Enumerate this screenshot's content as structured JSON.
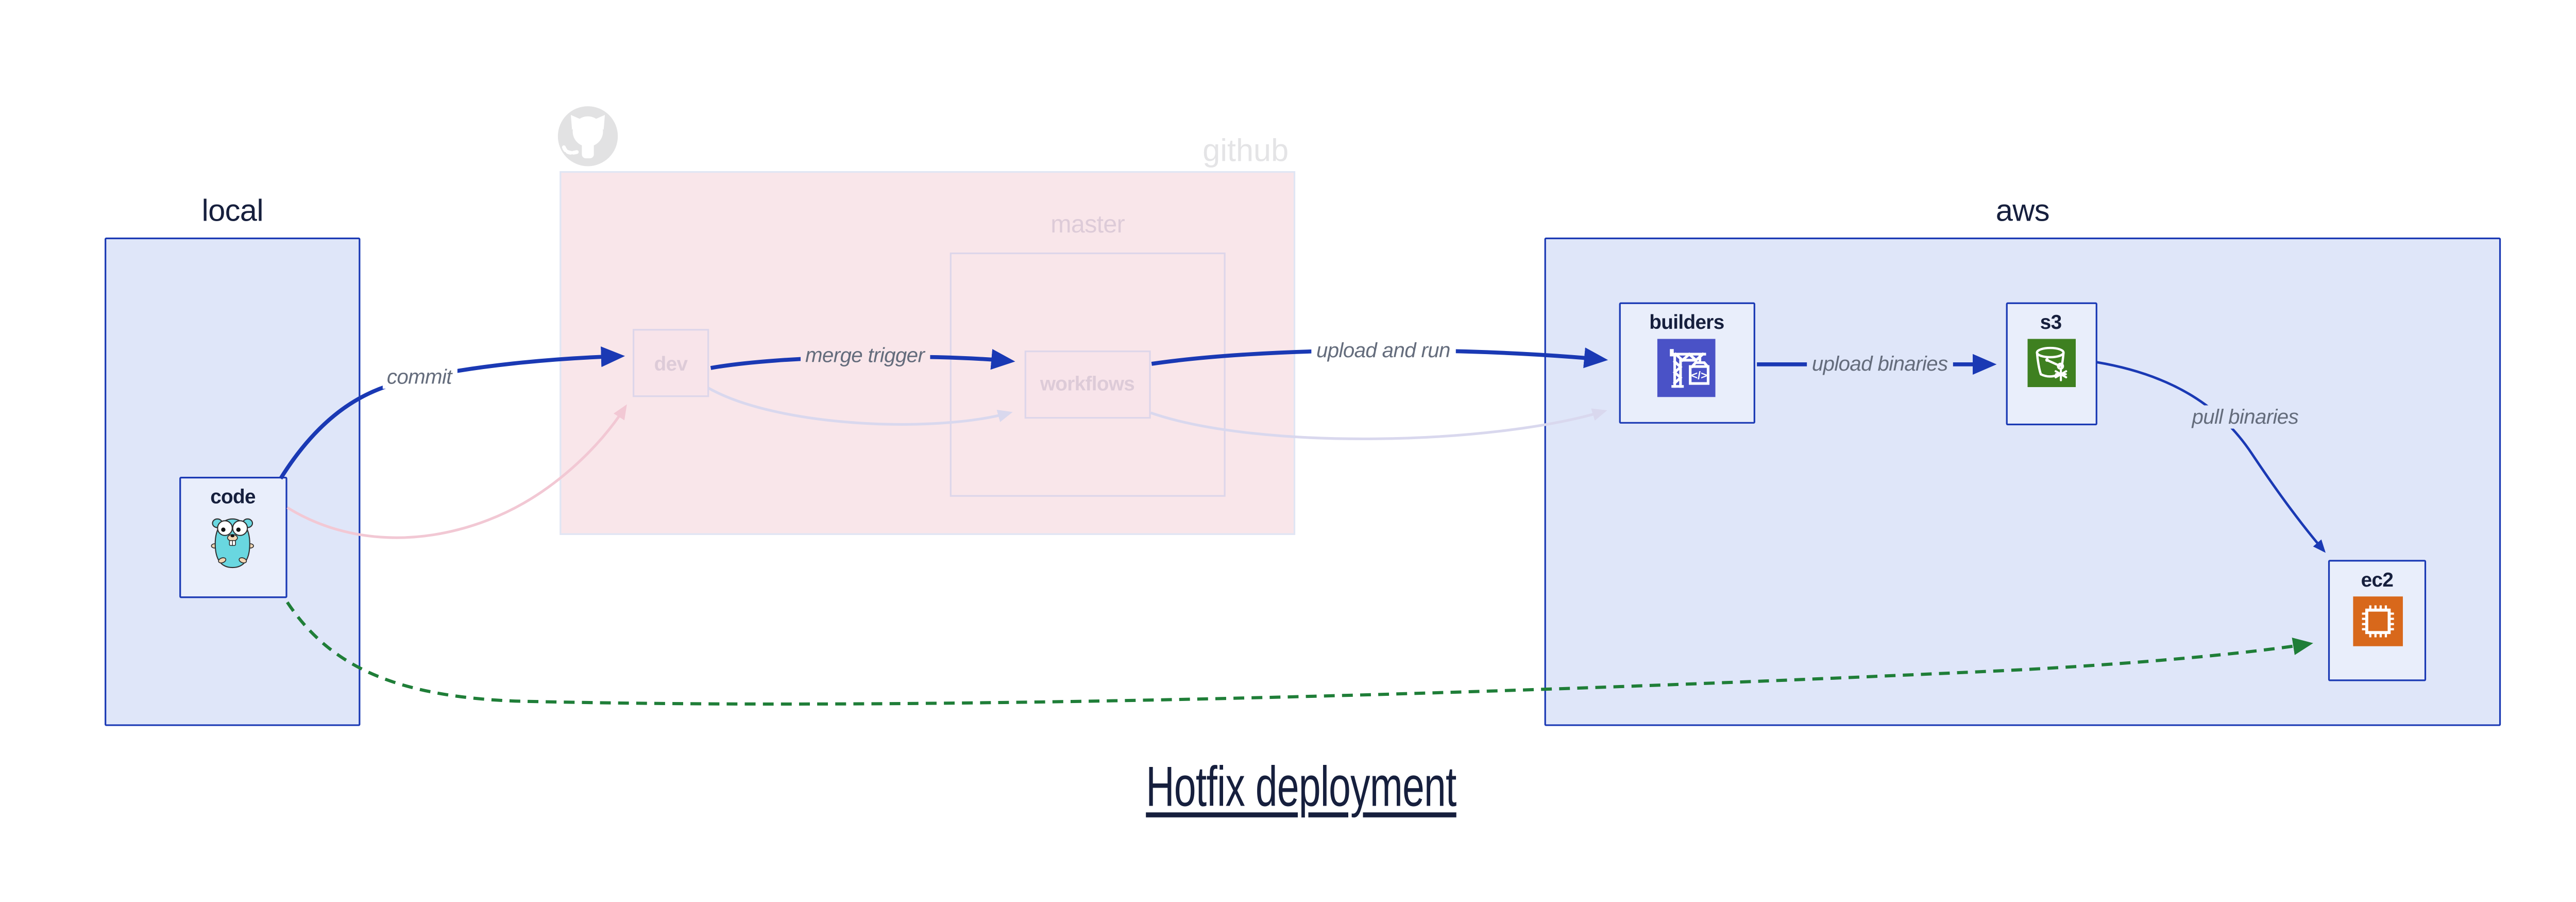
{
  "title": {
    "text": "Hotfix deployment"
  },
  "regions": {
    "local": {
      "label": "local"
    },
    "github": {
      "label": "github",
      "master_label": "master"
    },
    "aws": {
      "label": "aws"
    }
  },
  "nodes": {
    "code": {
      "label": "code",
      "icon": "gopher-icon"
    },
    "dev": {
      "label": "dev"
    },
    "workflows": {
      "label": "workflows"
    },
    "builders": {
      "label": "builders",
      "icon": "codebuild-crane-icon"
    },
    "s3": {
      "label": "s3",
      "icon": "s3-bucket-icon"
    },
    "ec2": {
      "label": "ec2",
      "icon": "ec2-chip-icon"
    },
    "builders_icon_glyph": "</>"
  },
  "edges": {
    "commit": {
      "label": "commit"
    },
    "merge_trigger": {
      "label": "merge trigger"
    },
    "upload_and_run": {
      "label": "upload and run"
    },
    "upload_binaries": {
      "label": "upload binaries"
    },
    "pull_binaries": {
      "label": "pull binaries"
    }
  },
  "colors": {
    "strong-blue": "#1a39b4",
    "navy-text": "#161f3d",
    "region-blue-fill": "#dfe6f9",
    "node-blue-fill": "#e9eefb",
    "github-pink-fill": "#f9e6ea",
    "github-border": "#e0e6f4",
    "faded-box-border": "#ddd6ea",
    "faded-pink-node-fill": "#f8e4ea",
    "faded-label": "#ddcbd8",
    "faded-gray": "#e4e4e6",
    "edge-label-gray": "#646c7c",
    "faint-lavender": "#d9d8ee",
    "faint-pink": "#f2c8d4",
    "hotfix-green": "#1f7e38",
    "codebuild-indigo": "#4a52c7",
    "s3-green": "#3e8020",
    "ec2-orange": "#d8681b",
    "gopher-teal": "#69d7e0",
    "octocat-gray": "#e2e2e3"
  }
}
